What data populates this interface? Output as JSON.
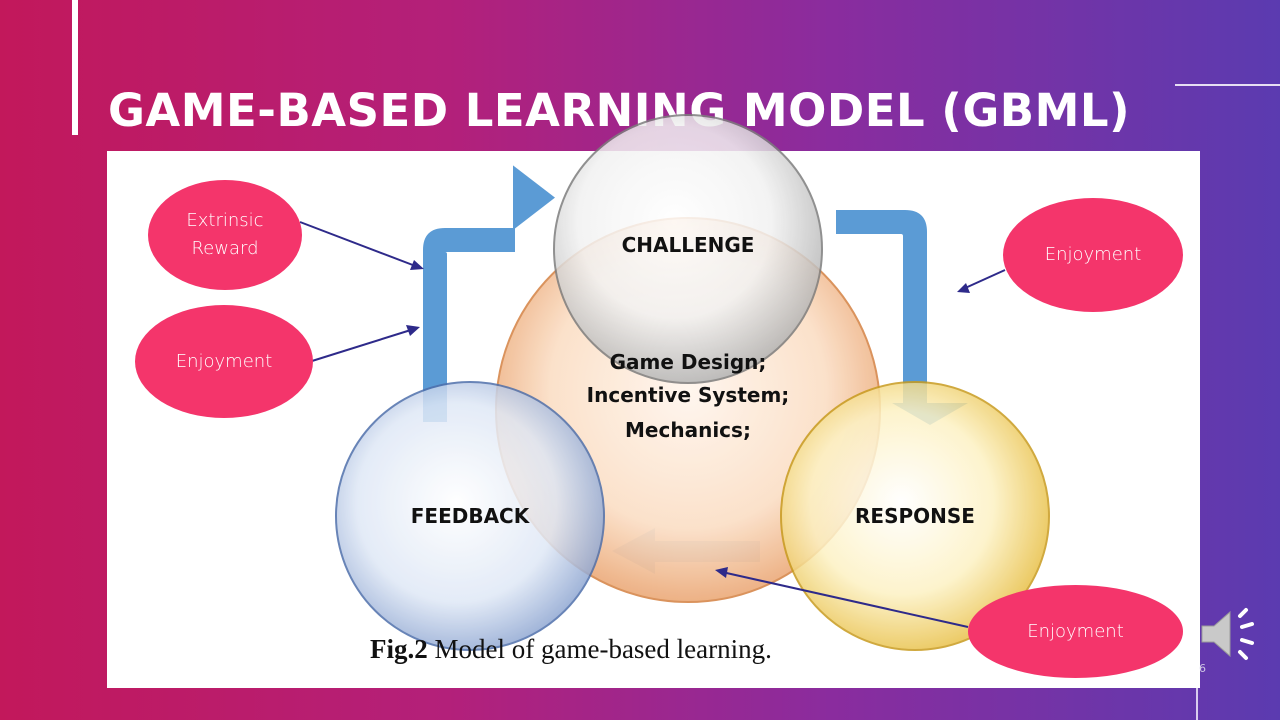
{
  "slide": {
    "title": "GAME-BASED LEARNING MODEL (GBML)",
    "page_number": "6"
  },
  "diagram": {
    "nodes": {
      "challenge": "CHALLENGE",
      "response": "RESPONSE",
      "feedback": "FEEDBACK",
      "center_line1": "Game Design;",
      "center_line2": "Incentive System;",
      "center_line3": "Mechanics;"
    },
    "caption_bold": "Fig.2",
    "caption_text": " Model of game-based learning."
  },
  "callouts": {
    "extrinsic_reward": "Extrinsic\nReward",
    "enjoyment_left": "Enjoyment",
    "enjoyment_right": "Enjoyment",
    "enjoyment_bottom": "Enjoyment"
  },
  "colors": {
    "accent_pink": "#f4356b",
    "arrow_blue": "#5b9bd5",
    "pointer_navy": "#2e2a8a"
  },
  "icons": [
    "speaker-icon"
  ]
}
